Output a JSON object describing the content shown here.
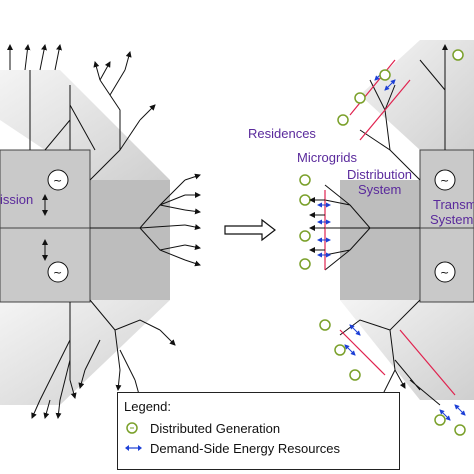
{
  "labels": {
    "transmission_left": "ission",
    "residences": "Residences",
    "microgrids": "Microgrids",
    "distribution_line1": "Distribution",
    "distribution_line2": "System",
    "transmission_right_line1": "Transm",
    "transmission_right_line2": "System"
  },
  "legend": {
    "title": "Legend:",
    "items": [
      {
        "label": "Distributed Generation",
        "icon": "generation-circle-icon"
      },
      {
        "label": "Demand-Side Energy Resources",
        "icon": "bidirectional-arrow-icon"
      }
    ]
  },
  "colors": {
    "label_purple": "#5a2a9c",
    "generation_green": "#7aa02a",
    "demand_blue": "#1c3fd6",
    "microgrid_red": "#e0234f",
    "region_gray": "#d4d4d4"
  }
}
